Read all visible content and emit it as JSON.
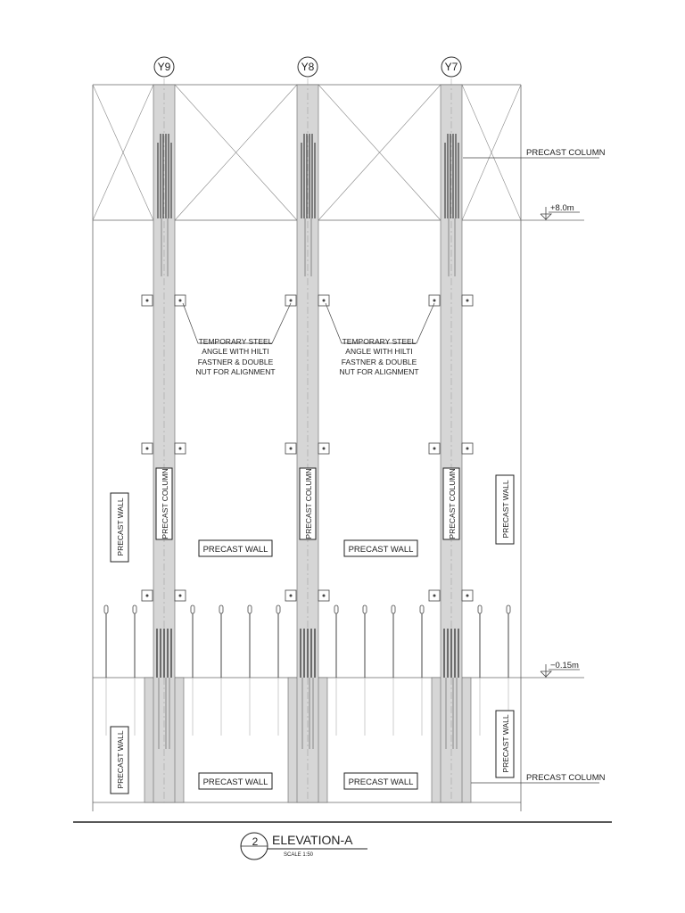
{
  "grid_labels": [
    "Y9",
    "Y8",
    "Y7"
  ],
  "levels": {
    "upper": "+8.0m",
    "lower": "−0.15m"
  },
  "labels": {
    "precast_column": "PRECAST COLUMN",
    "precast_wall": "PRECAST WALL",
    "note_line1": "TEMPORARY STEEL",
    "note_line2": "ANGLE WITH HILTI",
    "note_line3": "FASTNER & DOUBLE",
    "note_line4": "NUT FOR ALIGNMENT"
  },
  "title": {
    "number": "2",
    "name": "ELEVATION-A",
    "scale": "SCALE 1:50"
  },
  "colors": {
    "line": "#555555",
    "column_fill": "#d6d6d6",
    "rebar": "#333333"
  }
}
